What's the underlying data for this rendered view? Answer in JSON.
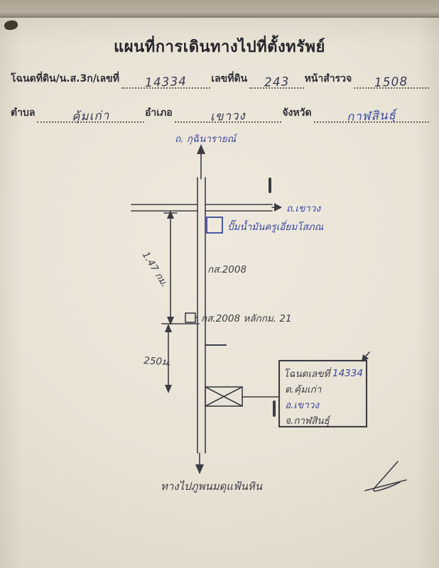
{
  "document": {
    "title": "แผนที่การเดินทางไปที่ตั้งทรัพย์",
    "form": {
      "deed_label": "โฉนดที่ดิน/น.ส.3ก/เลขที่",
      "deed_value": "14334",
      "parcel_label": "เลขที่ดิน",
      "parcel_value": "243",
      "survey_label": "หน้าสำรวจ",
      "survey_value": "1508",
      "subdistrict_label": "ตำบล",
      "subdistrict_value": "คุ้มเก่า",
      "district_label": "อำเภอ",
      "district_value": "เขาวง",
      "province_label": "จังหวัด",
      "province_value": "กาฬสินธุ์"
    },
    "map": {
      "north_road_label": "ถ. กุฉินารายณ์",
      "east_road_label": "ถ.เขาวง",
      "gas_station_label": "ปั๊มน้ำมันครูเอี่ยมโสภณ",
      "distance_1": "1.47 กม.",
      "road_code": "กส.2008",
      "km_post_label": "กส.2008 หลักกม. 21",
      "distance_2": "250ม.",
      "south_road_label": "ทางไปภูพนมดุแฟ้นหิน",
      "info_box": {
        "deed_no_label": "โฉนดเลขที่",
        "deed_no_value": "14334",
        "subdistrict": "ต.คุ้มเก่า",
        "district": "อ.เขาวง",
        "province": "จ.กาฬสินธุ์"
      }
    },
    "ink_colors": {
      "blue": "#39489d",
      "black": "#3c3c44"
    }
  }
}
